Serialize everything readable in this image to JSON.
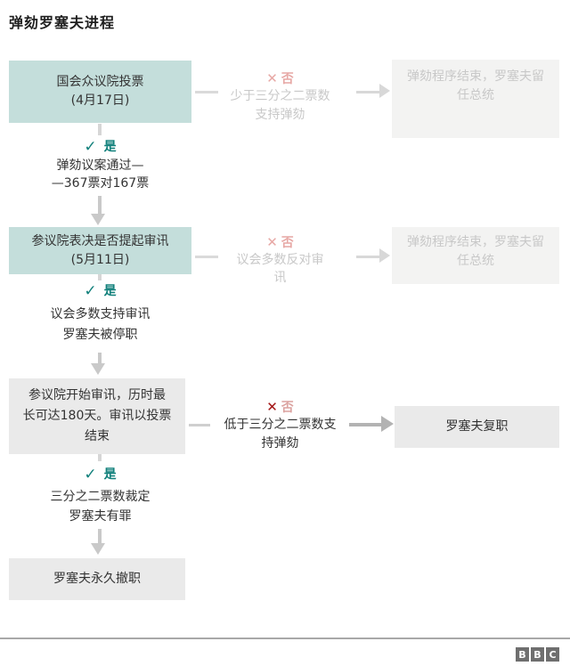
{
  "title": "弹劾罗塞夫进程",
  "icons": {
    "check": "✓",
    "cross": "✕"
  },
  "colors": {
    "teal_box": "#c4dedb",
    "teal_accent": "#11807b",
    "cross_faded": "#e7a8a5",
    "cross_active": "#a31313",
    "no_word_active": "#dba3a0",
    "faded_text": "#c8c8c8",
    "dark_text": "#333333",
    "faded_box": "#f3f3f2",
    "gray_box": "#eaeaea"
  },
  "steps": [
    {
      "box": "国会众议院投票\n(4月17日)",
      "no_label": "否",
      "no_reason": "少于三分之二票数\n支持弹劾",
      "no_outcome": "弹劾程序结束，罗塞夫留\n任总统",
      "yes_label": "是",
      "yes_result": "弹劾议案通过—\n—367票对167票"
    },
    {
      "box": "参议院表决是否提起审讯\n(5月11日)",
      "no_label": "否",
      "no_reason": "议会多数反对审\n讯",
      "no_outcome": "弹劾程序结束，罗塞夫留\n任总统",
      "yes_label": "是",
      "yes_result": "议会多数支持审讯\n罗塞夫被停职"
    },
    {
      "box": "参议院开始审讯，历时最\n长可达180天。审讯以投票\n结束",
      "no_label": "否",
      "no_reason": "低于三分之二票数支\n持弹劾",
      "no_outcome": "罗塞夫复职",
      "yes_label": "是",
      "yes_result": "三分之二票数裁定\n罗塞夫有罪"
    },
    {
      "box": "罗塞夫永久撤职"
    }
  ],
  "footer": {
    "logo": [
      "B",
      "B",
      "C"
    ]
  }
}
